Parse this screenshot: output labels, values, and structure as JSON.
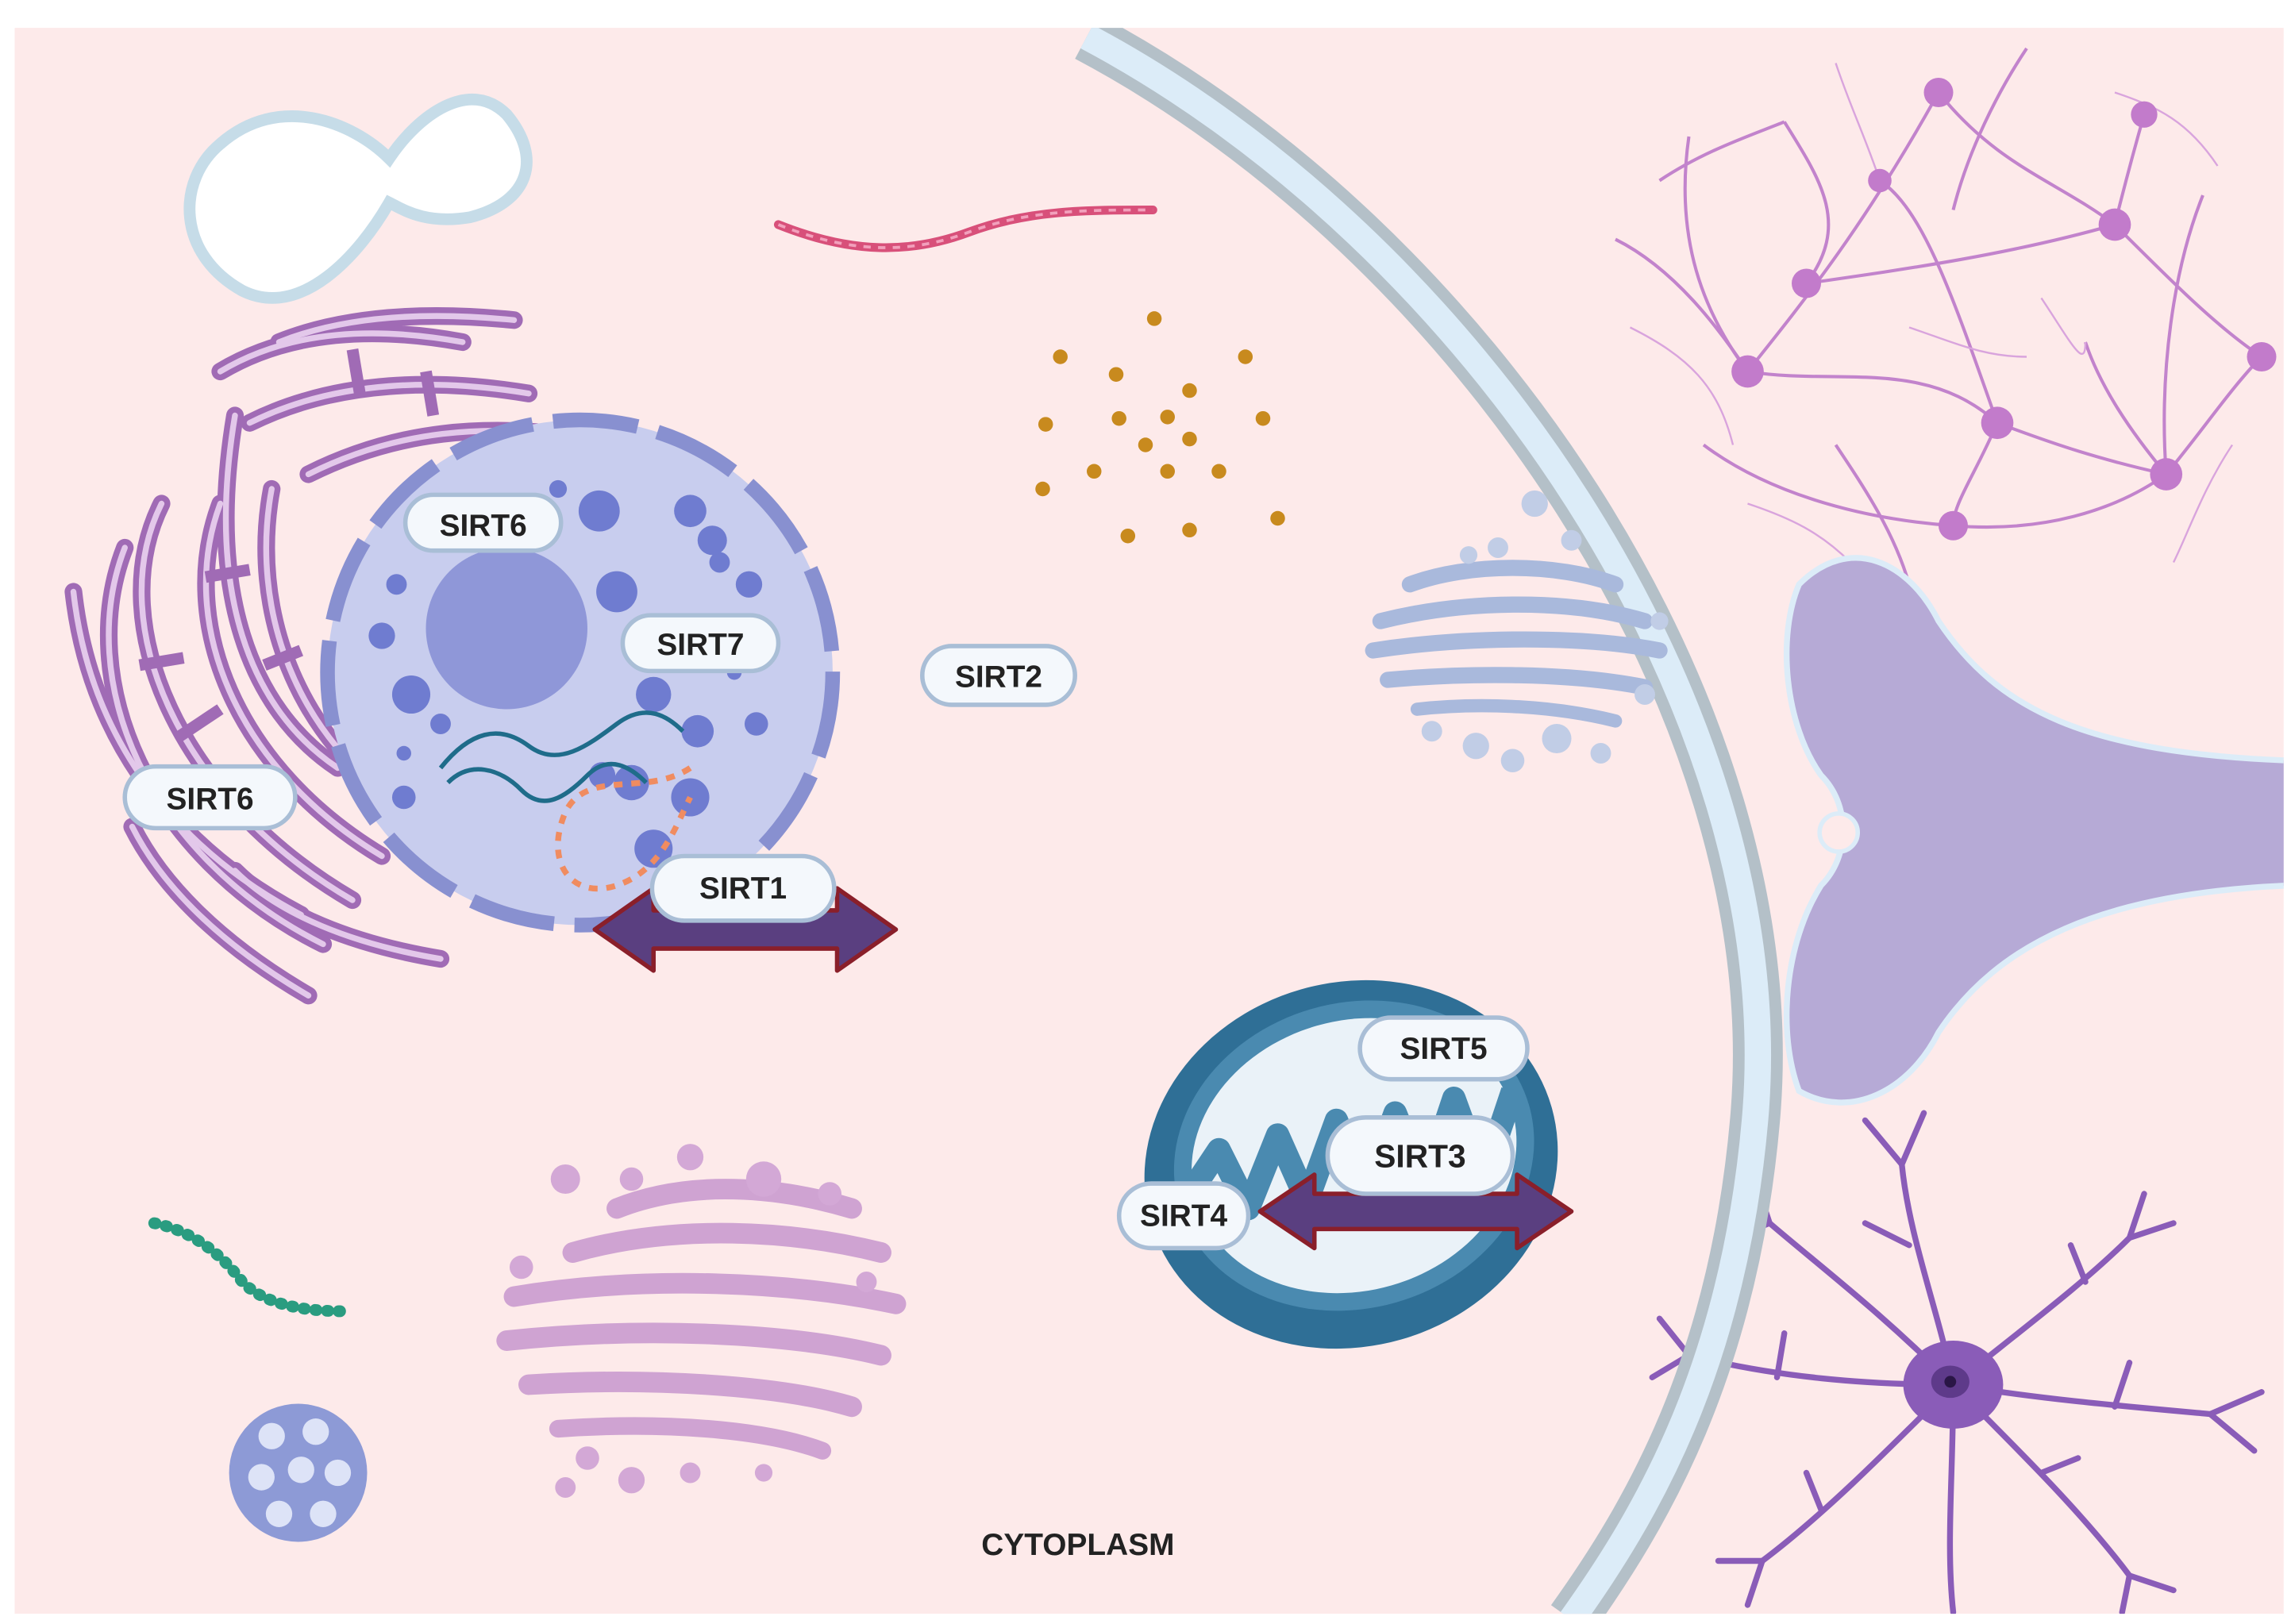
{
  "region_label": "CYTOPLASM",
  "sirtuin_labels": {
    "sirt1": "SIRT1",
    "sirt2": "SIRT2",
    "sirt3": "SIRT3",
    "sirt4": "SIRT4",
    "sirt5": "SIRT5",
    "sirt6_nucleus": "SIRT6",
    "sirt6_er": "SIRT6",
    "sirt7": "SIRT7"
  },
  "colors": {
    "background": "#fdeaea",
    "membrane": "#b4c0c8",
    "membrane_inner": "#dcecf8",
    "nucleus": "#c8cdee",
    "nucleus_edge": "#8890d0",
    "chromatin": "#6f7cd0",
    "er": "#a06bb5",
    "golgi_dark": "#a9b9dc",
    "golgi_pink": "#cfa3d2",
    "mitochondrion": "#4a8ab0",
    "neuron_net": "#b56ec2",
    "synapse": "#b6aad6",
    "astrocyte": "#8a5cb8",
    "arrow": "#5a3f80",
    "arrow_edge": "#8a1f2a",
    "granules": "#c88a1e",
    "fiber": "#d8507a",
    "bead_chain": "#2a9c80",
    "label_fill": "#f4f8fc",
    "label_stroke": "#a9bed6"
  }
}
